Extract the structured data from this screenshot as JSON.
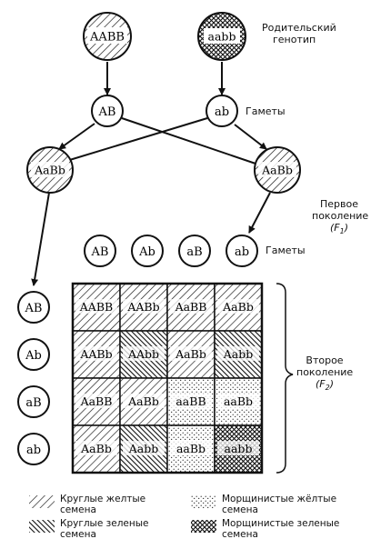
{
  "parents": {
    "label_line1": "Родительский",
    "label_line2": "генотип",
    "left": "AABB",
    "right": "aabb"
  },
  "gametes_top": {
    "label": "Гаметы",
    "left": "AB",
    "right": "ab"
  },
  "f1": {
    "left": "AaBb",
    "right": "AaBb",
    "label_line1": "Первое",
    "label_line2": "поколение",
    "label_line3": "(F",
    "label_sub": "1",
    "label_close": ")"
  },
  "gametes_f1": {
    "label": "Гаметы",
    "columns": [
      "AB",
      "Ab",
      "aB",
      "ab"
    ],
    "rows": [
      "AB",
      "Ab",
      "aB",
      "ab"
    ]
  },
  "punnett": {
    "cells": [
      [
        {
          "g": "AABB",
          "t": "ry"
        },
        {
          "g": "AABb",
          "t": "ry"
        },
        {
          "g": "AaBB",
          "t": "ry"
        },
        {
          "g": "AaBb",
          "t": "ry"
        }
      ],
      [
        {
          "g": "AABb",
          "t": "ry"
        },
        {
          "g": "AAbb",
          "t": "rg"
        },
        {
          "g": "AaBb",
          "t": "ry"
        },
        {
          "g": "Aabb",
          "t": "rg"
        }
      ],
      [
        {
          "g": "AaBB",
          "t": "ry"
        },
        {
          "g": "AaBb",
          "t": "ry"
        },
        {
          "g": "aaBB",
          "t": "wy"
        },
        {
          "g": "aaBb",
          "t": "wy"
        }
      ],
      [
        {
          "g": "AaBb",
          "t": "ry"
        },
        {
          "g": "Aabb",
          "t": "rg"
        },
        {
          "g": "aaBb",
          "t": "wy"
        },
        {
          "g": "aabb",
          "t": "wg"
        }
      ]
    ]
  },
  "f2": {
    "label_line1": "Второе",
    "label_line2": "поколение",
    "label_line3": "(F",
    "label_sub": "2",
    "label_close": ")"
  },
  "legend": {
    "round_yellow_1": "Круглые желтые",
    "round_yellow_2": "семена",
    "round_green_1": "Круглые зеленые",
    "round_green_2": "семена",
    "wrinkled_yellow_1": "Морщинистые жёлтые",
    "wrinkled_yellow_2": "семена",
    "wrinkled_green_1": "Морщинистые зеленые",
    "wrinkled_green_2": "семена"
  }
}
